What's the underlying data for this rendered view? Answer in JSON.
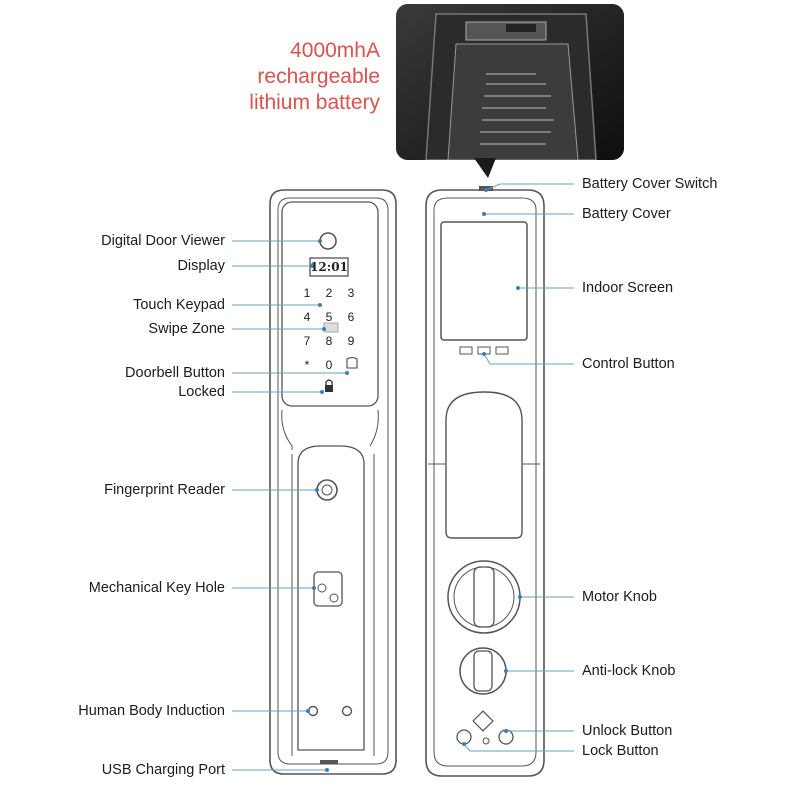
{
  "battery_callout": {
    "line1": "4000mhA",
    "line2": "rechargeable",
    "line3": "lithium battery"
  },
  "front_panel": {
    "clock_text": "12:01",
    "keypad_digits": [
      "1",
      "2",
      "3",
      "4",
      "5",
      "6",
      "7",
      "8",
      "9",
      "*",
      "0"
    ]
  },
  "labels_left": {
    "digital_door_viewer": "Digital Door Viewer",
    "display": "Display",
    "touch_keypad": "Touch Keypad",
    "swipe_zone": "Swipe Zone",
    "doorbell_button": "Doorbell Button",
    "locked": "Locked",
    "fingerprint_reader": "Fingerprint Reader",
    "mechanical_key_hole": "Mechanical Key Hole",
    "human_body_induction": "Human Body Induction",
    "usb_charging_port": "USB Charging Port"
  },
  "labels_right": {
    "battery_cover_switch": "Battery Cover Switch",
    "battery_cover": "Battery Cover",
    "indoor_screen": "Indoor Screen",
    "control_button": "Control Button",
    "motor_knob": "Motor Knob",
    "anti_lock_knob": "Anti-lock Knob",
    "unlock_button": "Unlock Button",
    "lock_button": "Lock Button"
  },
  "colors": {
    "callout_text": "#d9534f",
    "leader_line": "#6a9fc0",
    "device_outline": "#555555",
    "photo_background": "#1a1a1a"
  }
}
